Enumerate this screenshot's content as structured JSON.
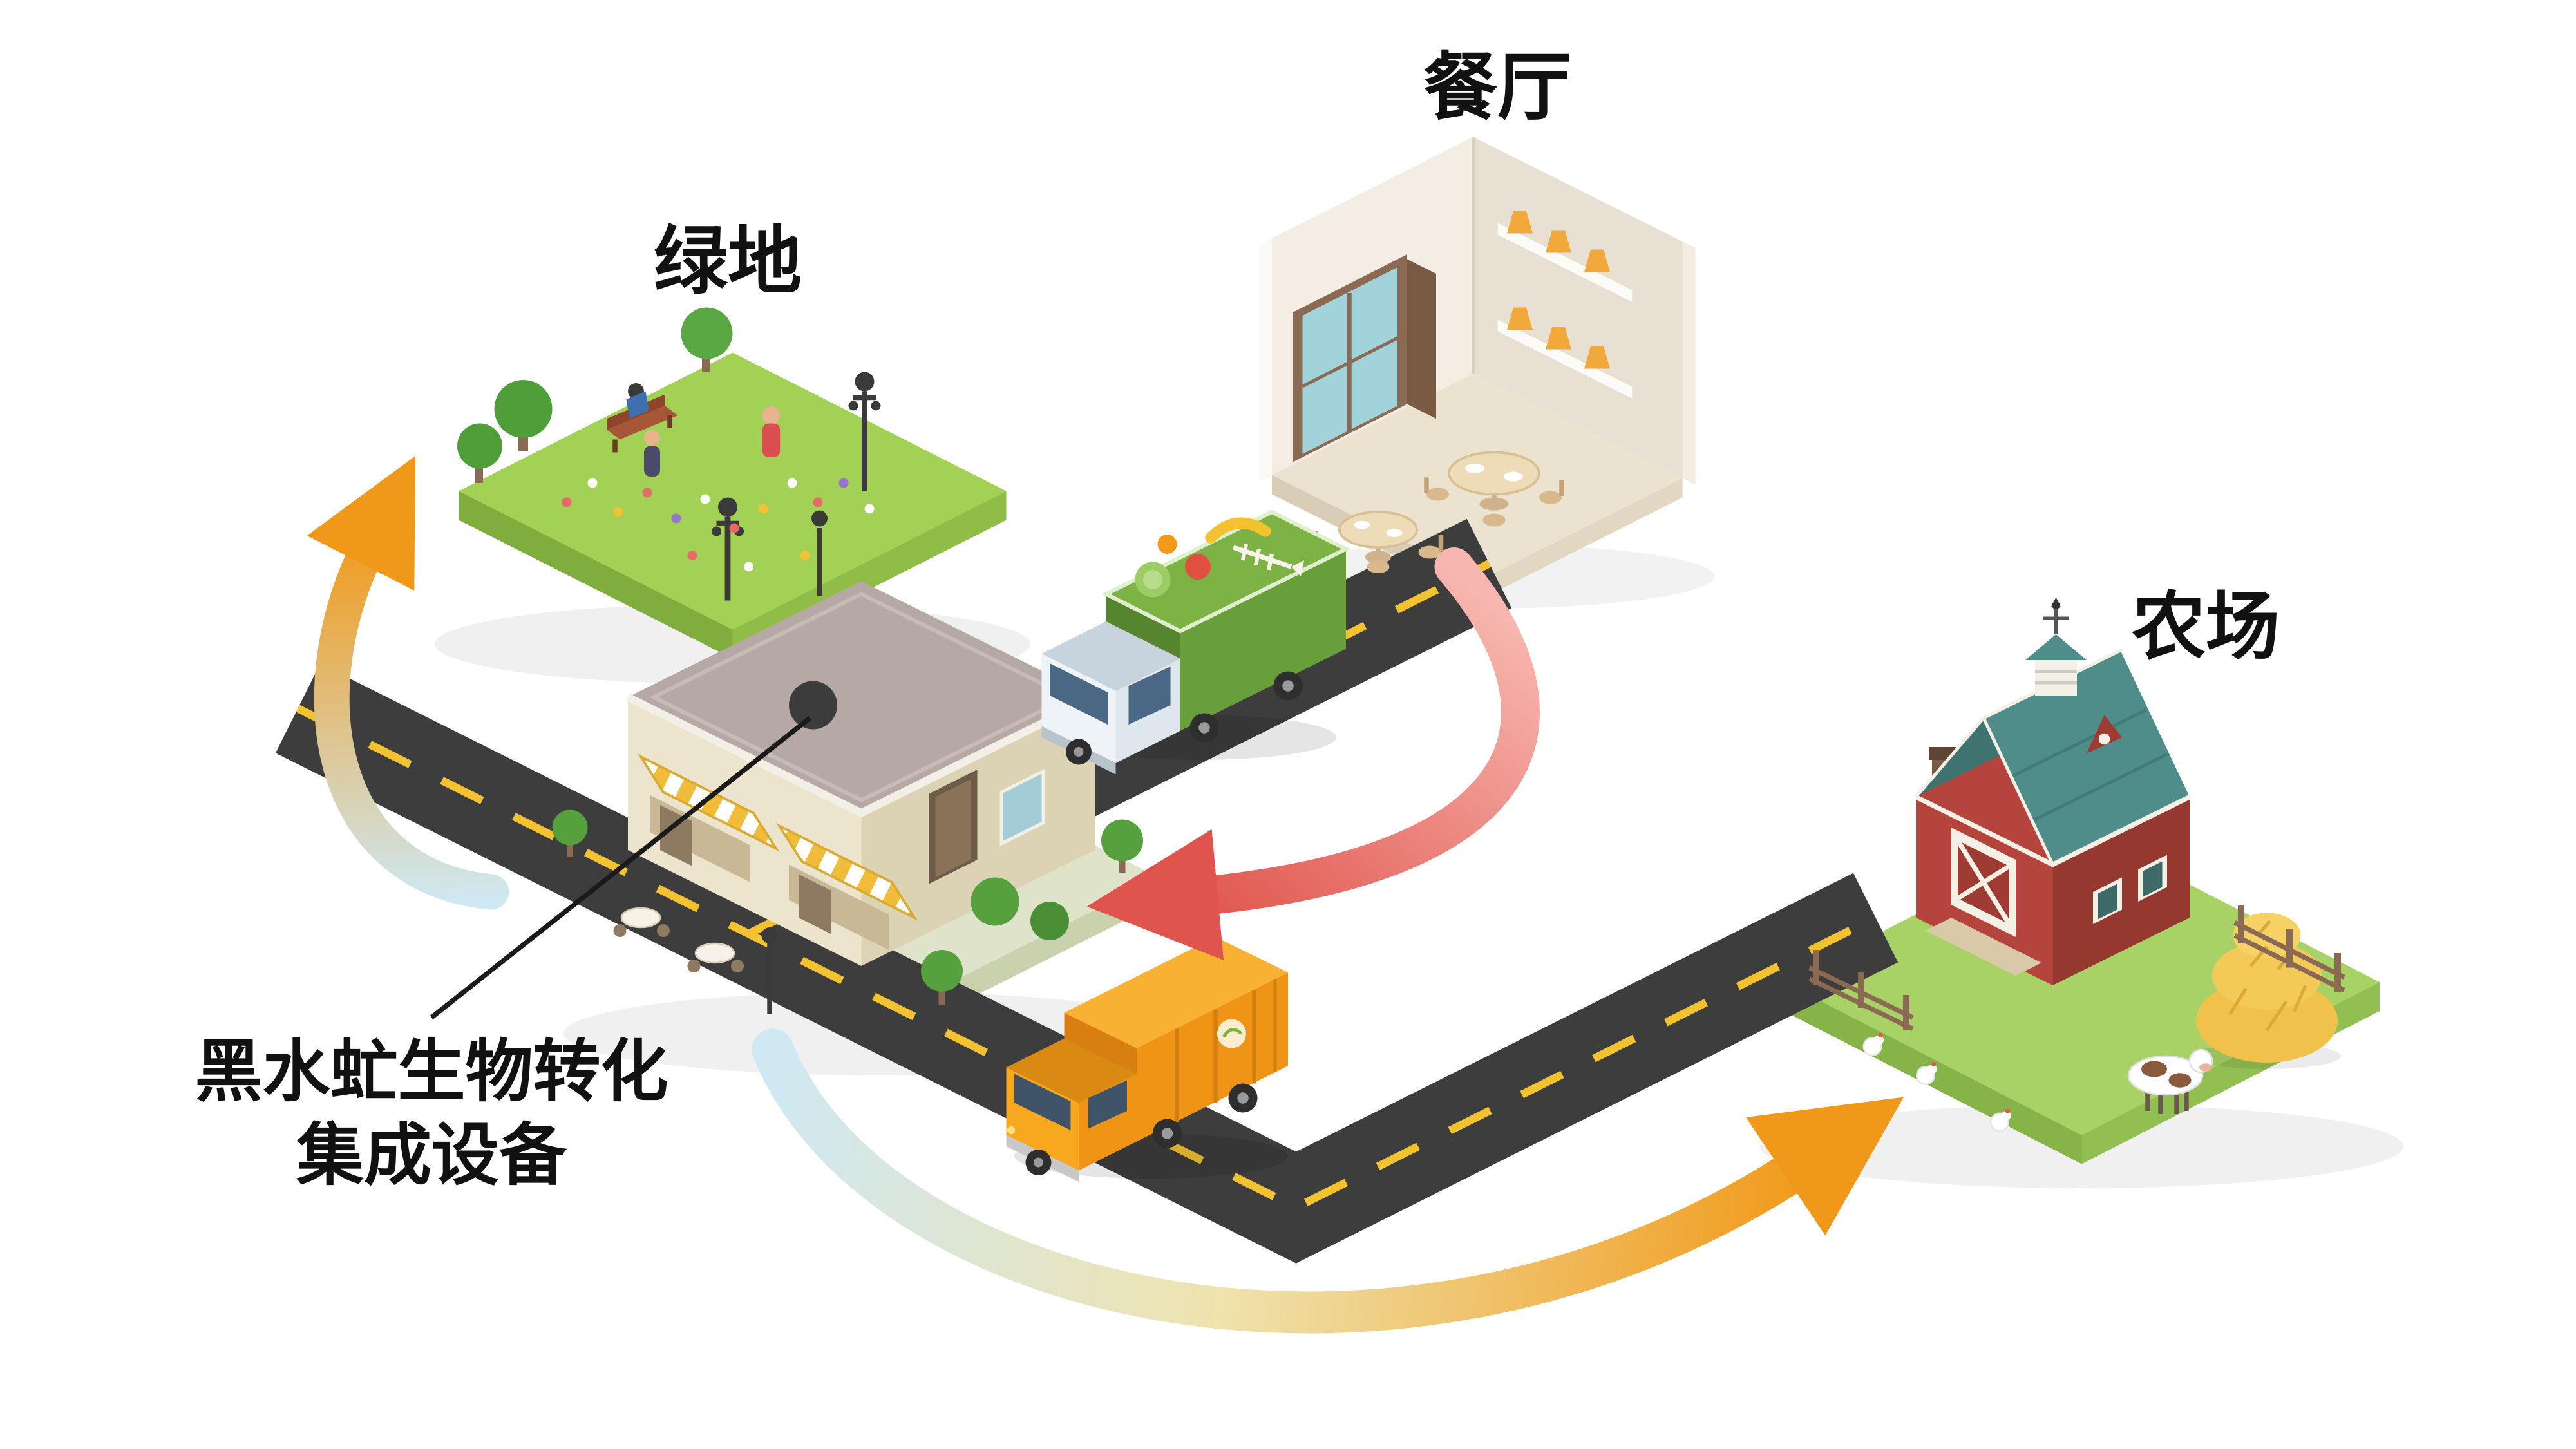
{
  "labels": {
    "park": "绿地",
    "restaurant": "餐厅",
    "farm": "农场",
    "facility_line1": "黑水虻生物转化",
    "facility_line2": "集成设备"
  },
  "colors": {
    "background": "#ffffff",
    "road": "#3d3d3d",
    "road_marking": "#f2c230",
    "grass": "#a8d266",
    "facility_roof": "#b6a8a4",
    "barn_red": "#b5453c",
    "barn_roof": "#4e8d89",
    "food_truck_cargo": "#699f3a",
    "garbage_truck": "#f6a623",
    "arrow_pink_start": "#f7b7b0",
    "arrow_pink_end": "#e0574f",
    "arrow_blue_start": "#cfe8f2",
    "arrow_orange_end": "#f09a1a"
  },
  "diagram": {
    "type": "isometric-cycle-illustration",
    "flows": [
      {
        "name": "arrow-restaurant-to-facility",
        "from": "餐厅",
        "to": "黑水虻生物转化集成设备",
        "color_start": "#f7b7b0",
        "color_end": "#e0574f"
      },
      {
        "name": "arrow-facility-to-farm",
        "from": "黑水虻生物转化集成设备",
        "to": "农场",
        "color_start": "#cfe8f2",
        "color_end": "#f09a1a"
      },
      {
        "name": "arrow-facility-to-park",
        "from": "黑水虻生物转化集成设备",
        "to": "绿地",
        "color_start": "#cfe8f2",
        "color_end": "#f09a1a"
      }
    ],
    "scene_elements": [
      "park-platform",
      "restaurant-room",
      "bioconversion-facility",
      "farm-barn",
      "food-waste-truck",
      "garbage-truck",
      "road-network",
      "callout-line"
    ]
  }
}
